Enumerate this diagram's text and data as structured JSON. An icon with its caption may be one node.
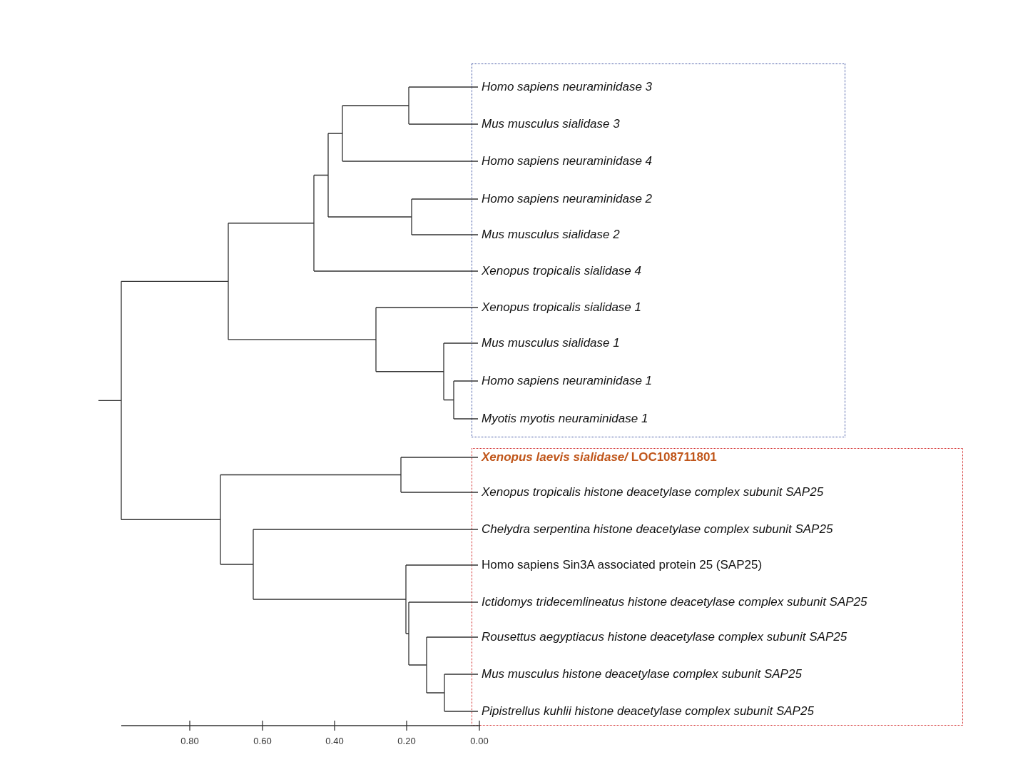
{
  "diagram": {
    "nodes": [
      {
        "text": [],
        "shape": "box"
      },
      {
        "text": [
          "Homo sapiens neuraminidase 3"
        ],
        "in": 0
      },
      {
        "text": [
          "Mus musculus sialidase 3"
        ],
        "in": 0
      },
      {
        "text": [
          "Homo sapiens neuraminidase 4"
        ],
        "in": 0
      },
      {
        "text": [
          "Homo sapiens neuraminidase 2"
        ],
        "in": 0
      },
      {
        "text": [
          "Mus musculus sialidase 2"
        ],
        "in": 0
      },
      {
        "text": [
          "Xenopus tropicalis sialidase 4"
        ],
        "in": 0
      },
      {
        "text": [
          "Xenopus tropicalis sialidase 1"
        ],
        "in": 0
      },
      {
        "text": [
          "Mus musculus sialidase 1"
        ],
        "in": 0
      },
      {
        "text": [
          "Homo sapiens neuraminidase 1"
        ],
        "in": 0
      },
      {
        "text": [
          "Myotis myotis neuraminidase 1"
        ],
        "in": 0
      },
      {
        "text": [],
        "shape": "box"
      },
      {
        "text": [
          "*Xenopus laevis sialidase/* LOC108711801"
        ],
        "in": 11
      },
      {
        "text": [
          "Xenopus tropicalis  histone deacetylase complex subunit SAP25"
        ],
        "in": 11
      },
      {
        "text": [
          "Chelydra serpentina histone deacetylase complex subunit SAP25"
        ],
        "in": 11
      },
      {
        "text": [
          "Homo sapiens Sin3A associated protein 25 (SAP25)"
        ],
        "in": 11
      },
      {
        "text": [
          "Ictidomys tridecemlineatus histone deacetylase complex subunit SAP25"
        ],
        "in": 11
      },
      {
        "text": [
          "Rousettus aegyptiacus histone deacetylase complex subunit SAP25"
        ],
        "in": 11
      },
      {
        "text": [
          "Mus musculus histone deacetylase complex subunit SAP25"
        ],
        "in": 11
      },
      {
        "text": [
          "Pipistrellus kuhlii histone deacetylase complex subunit SAP25"
        ],
        "in": 11
      }
    ],
    "labels": [
      "0.80",
      "0.60",
      "0.40",
      "0.20",
      "0.00"
    ]
  }
}
